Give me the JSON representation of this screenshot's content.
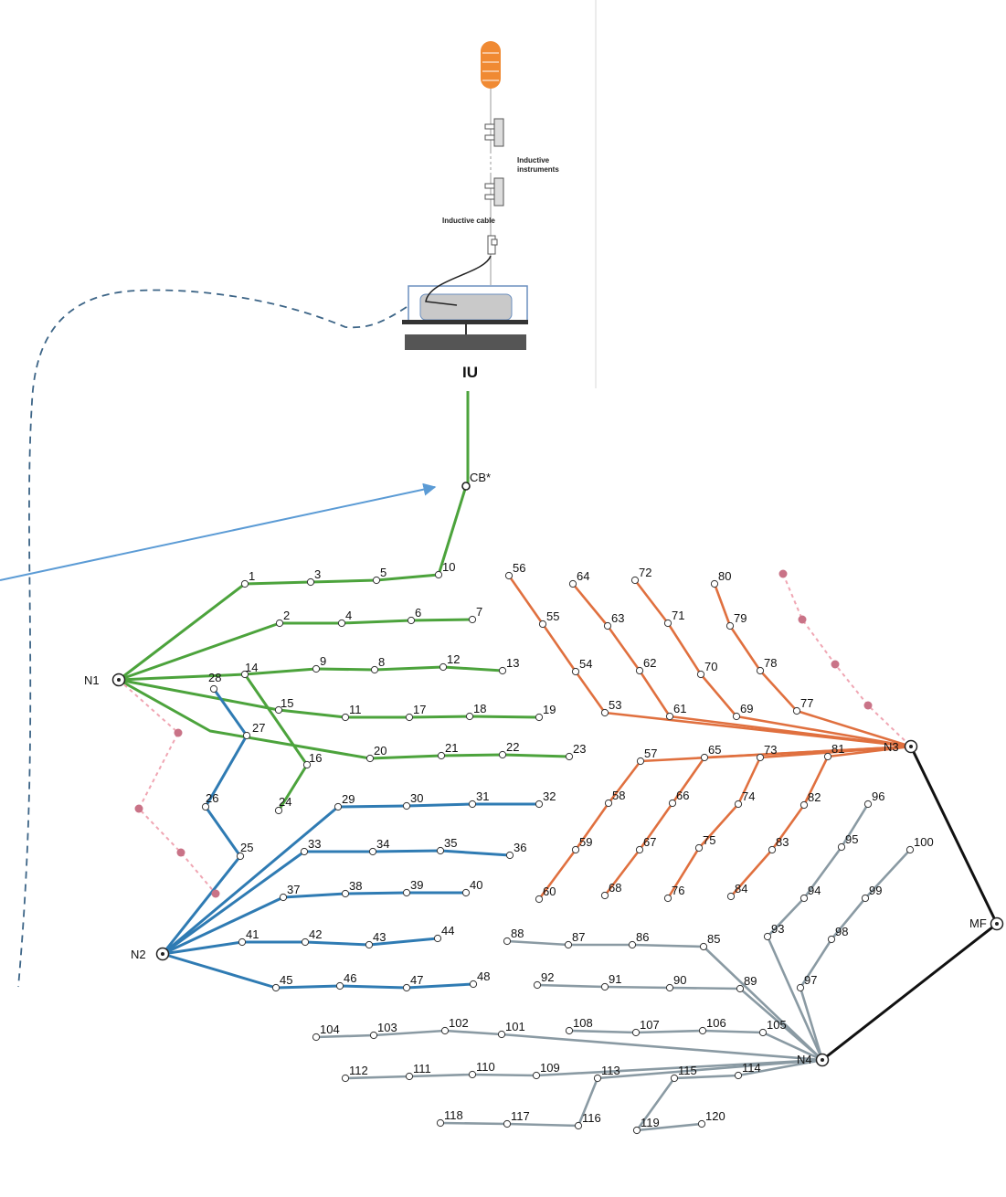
{
  "inset": {
    "caption": "IU",
    "label_instruments": "Inductive\ninstruments",
    "label_cable": "Inductive cable"
  },
  "hubs": {
    "N1": "N1",
    "N2": "N2",
    "N3": "N3",
    "N4": "N4",
    "MF": "MF",
    "CB": "CB*"
  },
  "colors": {
    "green": "#4ca33c",
    "blue": "#2f7bb3",
    "orange": "#e0703f",
    "gray": "#8a9aa3",
    "black": "#111111",
    "dashed_blue": "#3d6587",
    "arrow": "#5b9bd5",
    "pink_dot": "#c97387"
  }
}
